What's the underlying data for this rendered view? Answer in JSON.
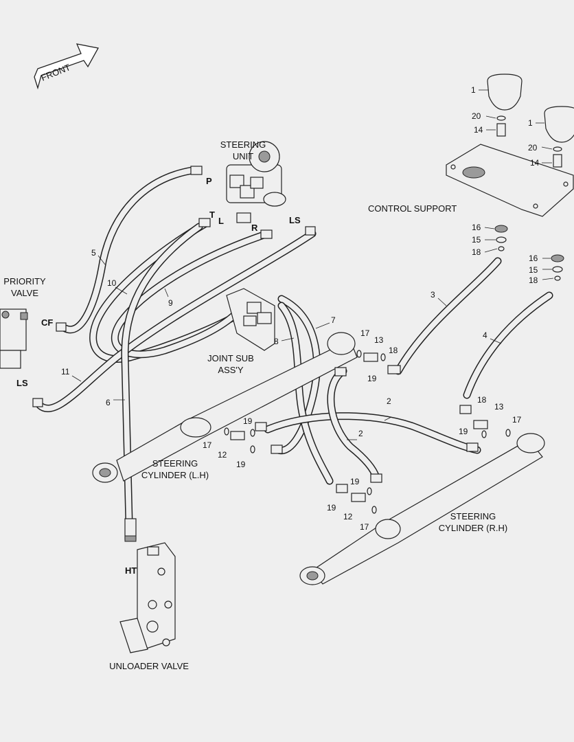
{
  "labels": {
    "front": "FRONT",
    "priority_valve": [
      "PRIORITY",
      "VALVE"
    ],
    "steering_unit": [
      "STEERING",
      "UNIT"
    ],
    "control_support": "CONTROL SUPPORT",
    "joint_sub_assy": [
      "JOINT SUB",
      "ASS'Y"
    ],
    "steering_cylinder_lh": [
      "STEERING",
      "CYLINDER (L.H)"
    ],
    "steering_cylinder_rh": [
      "STEERING",
      "CYLINDER (R.H)"
    ],
    "unloader_valve": "UNLOADER VALVE"
  },
  "ports": {
    "p": "P",
    "t": "T",
    "l": "L",
    "r": "R",
    "ls_unit": "LS",
    "cf": "CF",
    "ls_valve": "LS",
    "ht": "HT"
  },
  "callouts": {
    "c1a": "1",
    "c20a": "20",
    "c14a": "14",
    "c1b": "1",
    "c20b": "20",
    "c14b": "14",
    "c16a": "16",
    "c15a": "15",
    "c18a": "18",
    "c16b": "16",
    "c15b": "15",
    "c18b": "18",
    "c5": "5",
    "c10": "10",
    "c9": "9",
    "c11": "11",
    "c6": "6",
    "c3": "3",
    "c4": "4",
    "c7": "7",
    "c8": "8",
    "c17a": "17",
    "c13a": "13",
    "c18c": "18",
    "c19a": "19",
    "c2a": "2",
    "c2b": "2",
    "c18d": "18",
    "c13b": "13",
    "c17b": "17",
    "c19b": "19",
    "c19c": "19",
    "c17c": "17",
    "c12a": "12",
    "c19d": "19",
    "c19e": "19",
    "c19f": "19",
    "c12b": "12",
    "c17d": "17"
  }
}
